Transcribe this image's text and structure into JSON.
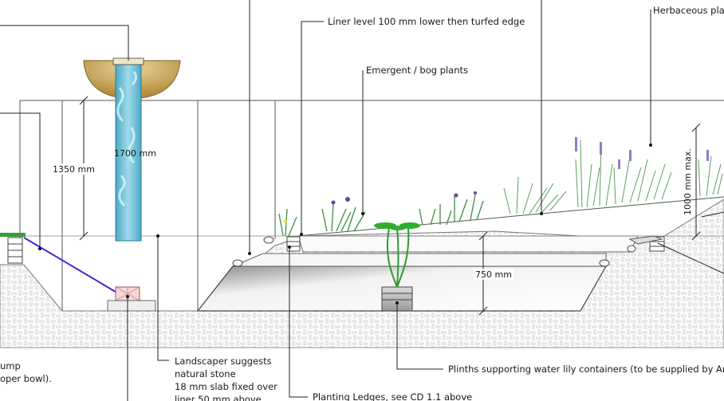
{
  "labels": {
    "liner_level": "Liner level 100 mm lower then turfed edge",
    "emergent": "Emergent / bog plants",
    "herbaceous": "Herbaceous pla",
    "landscaper_1": "Landscaper suggests",
    "landscaper_2": "natural stone",
    "landscaper_3": "18 mm slab fixed over",
    "landscaper_4": "liner 50 mm above",
    "plinths": "Plinths supporting water lily containers (to be supplied by An",
    "planting_ledges": "Planting Ledges, see CD 1.1 above",
    "pump_1": "ump",
    "pump_2": "oper bowl)."
  },
  "dimensions": {
    "d1350": "1350 mm",
    "d1700": "1700 mm",
    "d750": "750 mm",
    "d1000": "1000 mm max."
  },
  "colors": {
    "water_column": "#5fb9d0",
    "bowl": "#c9a95a",
    "ground_hatch": "#bdbdbd",
    "plant_green": "#2e9b2e",
    "leader_purple": "#4b1fd6"
  }
}
